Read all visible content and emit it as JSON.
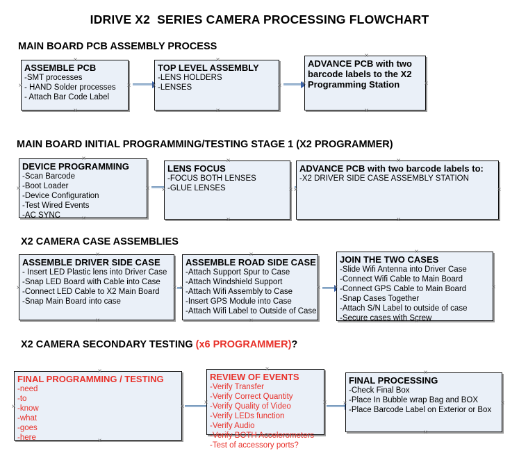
{
  "document": {
    "title": "IDRIVE X2  SERIES CAMERA PROCESSING FLOWCHART"
  },
  "sections": [
    {
      "id": "main-board-pcb-assembly-process",
      "heading": "MAIN BOARD PCB ASSEMBLY PROCESS",
      "heading_accent": "",
      "heading_tail": ""
    },
    {
      "id": "main-board-initial-programming",
      "heading": "MAIN BOARD INITIAL PROGRAMMING/TESTING STAGE 1 (X2 PROGRAMMER)",
      "heading_accent": "",
      "heading_tail": ""
    },
    {
      "id": "x2-camera-case-assemblies",
      "heading": "X2 CAMERA CASE ASSEMBLIES",
      "heading_accent": "",
      "heading_tail": ""
    },
    {
      "id": "x2-camera-secondary-testing",
      "heading": "X2 CAMERA SECONDARY TESTING ",
      "heading_accent": "(x6 PROGRAMMER)",
      "heading_tail": "?"
    }
  ],
  "nodes": {
    "assemble_pcb": {
      "title": "ASSEMBLE PCB",
      "lines": [
        "-SMT processes",
        "- HAND Solder processes",
        "- Attach Bar Code Label"
      ]
    },
    "top_level_assembly": {
      "title": "TOP LEVEL ASSEMBLY",
      "lines": [
        "-LENS HOLDERS",
        "-LENSES"
      ]
    },
    "advance_pcb_programming_station": {
      "title": "ADVANCE PCB with two barcode labels to the  X2 Programming Station",
      "lines": []
    },
    "device_programming": {
      "title": "DEVICE PROGRAMMING",
      "lines": [
        "-Scan Barcode",
        "-Boot Loader",
        "-Device Configuration",
        "-Test Wired Events",
        "-AC SYNC"
      ]
    },
    "lens_focus": {
      "title": "LENS FOCUS",
      "lines": [
        "-FOCUS BOTH LENSES",
        "-GLUE LENSES"
      ]
    },
    "advance_pcb_driver_side": {
      "title": "ADVANCE PCB with two barcode labels to:",
      "lines": [
        "-X2 DRIVER  SIDE  CASE  ASSEMBLY STATION"
      ]
    },
    "assemble_driver_side_case": {
      "title": "ASSEMBLE DRIVER SIDE CASE",
      "lines": [
        "- Insert LED Plastic lens into Driver Case",
        "-Snap LED Board with Cable into Case",
        "-Connect LED Cable to X2 Main Board",
        "-Snap Main Board into case"
      ]
    },
    "assemble_road_side_case": {
      "title": "ASSEMBLE ROAD SIDE CASE",
      "lines": [
        "-Attach Support Spur to Case",
        "-Attach Windshield Support",
        "-Attach Wifi Assembly to Case",
        "-Insert GPS Module into Case",
        "-Attach Wifi Label to Outside of Case"
      ]
    },
    "join_the_two_cases": {
      "title": "JOIN THE TWO CASES",
      "lines": [
        "-Slide Wifi Antenna into Driver Case",
        "-Connect Wifi Cable to Main Board",
        "-Connect GPS Cable to Main Board",
        "-Snap Cases Together",
        "-Attach S/N Label to outside of case",
        "-Secure cases with Screw"
      ]
    },
    "final_programming_testing": {
      "title": "FINAL PROGRAMMING / TESTING",
      "lines": [
        "-need",
        "-to",
        "-know",
        "-what",
        "-goes",
        "-here"
      ]
    },
    "review_of_events": {
      "title": "REVIEW OF EVENTS",
      "lines": [
        "-Verify Transfer",
        "-Verify Correct Quantity",
        "-Verify Quality of Video",
        "-Verify LEDs function",
        "-Verify Audio",
        "-Verify BOTH Accelerometers",
        "-Test of accessory ports?"
      ]
    },
    "final_processing": {
      "title": "FINAL PROCESSING",
      "lines": [
        " -Check Final Box",
        "-Place In Bubble wrap Bag and BOX",
        "-Place Barcode Label on Exterior or Box"
      ]
    }
  },
  "colors": {
    "node_fill": "#eaf0f8",
    "node_border": "#0d0d0d",
    "connector": "#9bb6d2",
    "arrow_head": "#3a62a8",
    "accent_red": "#e8312a",
    "text": "#000000"
  }
}
